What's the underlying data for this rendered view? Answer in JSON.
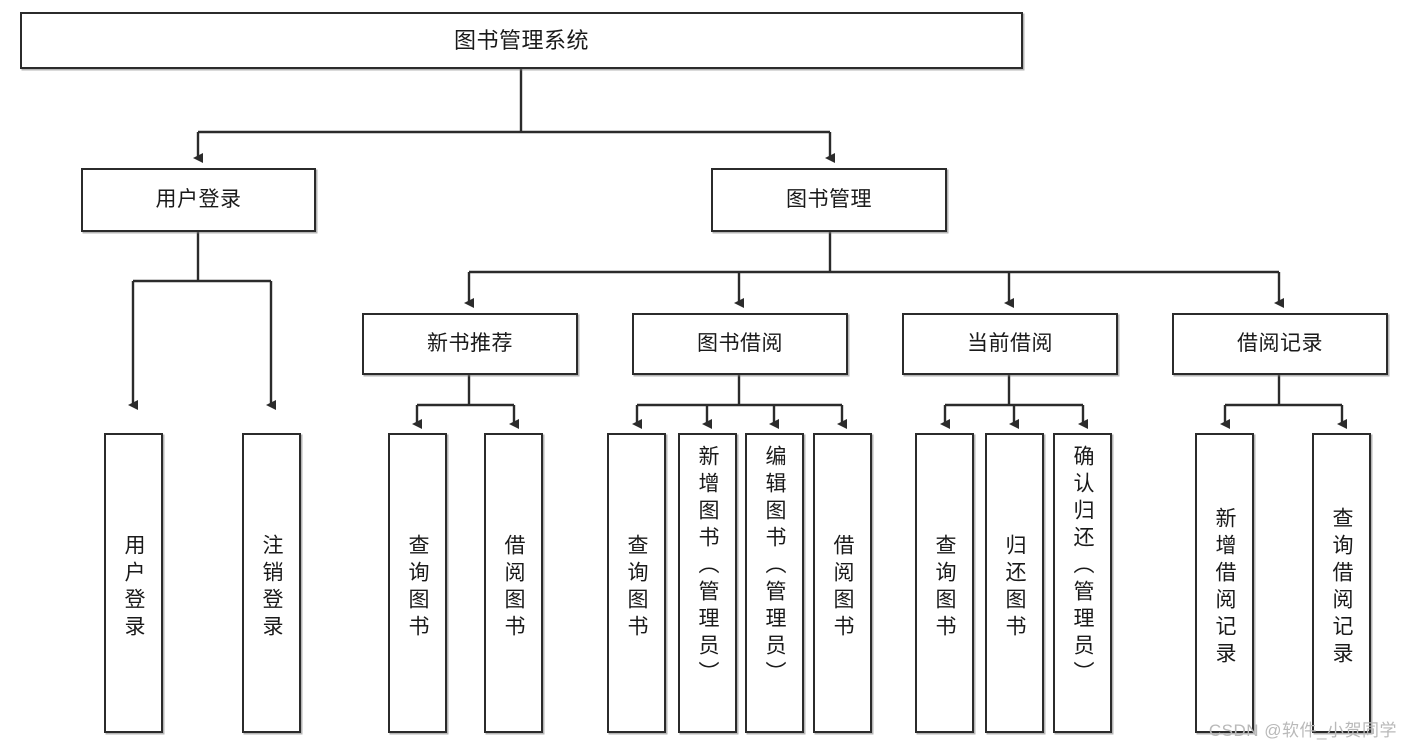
{
  "diagram": {
    "title": "图书管理系统",
    "type": "tree",
    "stroke_color": "#2b2b2b",
    "fill_color": "#ffffff",
    "text_color": "#1a1a1a",
    "watermark": "CSDN @软件_小贺同学"
  },
  "nodes": {
    "root": {
      "label": "图书管理系统"
    },
    "level2": [
      {
        "label": "用户登录"
      },
      {
        "label": "图书管理"
      }
    ],
    "level3": [
      {
        "label": "新书推荐"
      },
      {
        "label": "图书借阅"
      },
      {
        "label": "当前借阅"
      },
      {
        "label": "借阅记录"
      }
    ],
    "leaves": {
      "user_login": [
        {
          "label": "用户登录"
        },
        {
          "label": "注销登录"
        }
      ],
      "new_book_recommend": [
        {
          "label": "查询图书"
        },
        {
          "label": "借阅图书"
        }
      ],
      "book_borrow": [
        {
          "label": "查询图书"
        },
        {
          "label": "新增图书（管理员）"
        },
        {
          "label": "编辑图书（管理员）"
        },
        {
          "label": "借阅图书"
        }
      ],
      "current_borrow": [
        {
          "label": "查询图书"
        },
        {
          "label": "归还图书"
        },
        {
          "label": "确认归还（管理员）"
        }
      ],
      "borrow_record": [
        {
          "label": "新增借阅记录"
        },
        {
          "label": "查询借阅记录"
        }
      ]
    }
  }
}
